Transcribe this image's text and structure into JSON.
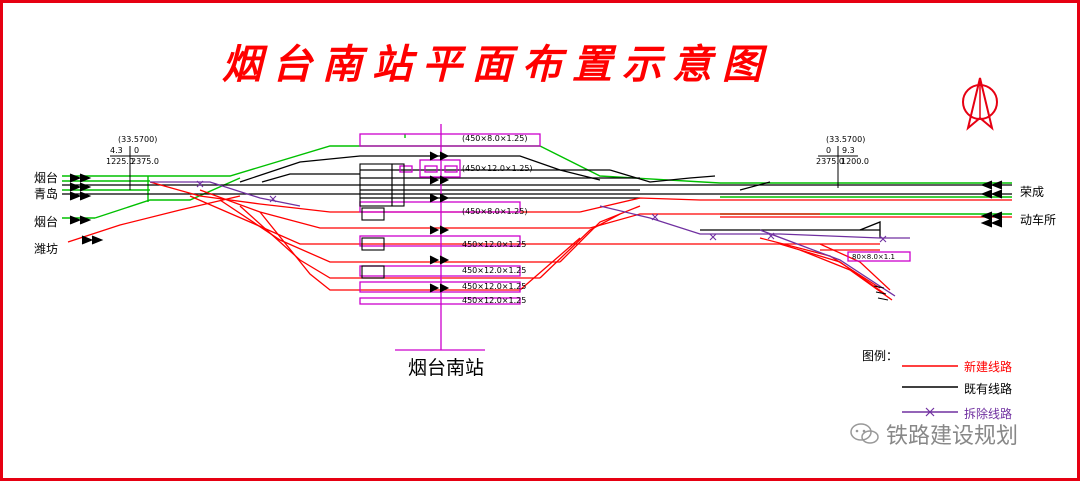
{
  "title": "烟台南站平面布置示意图",
  "station_name": "烟台南站",
  "left_labels": [
    "烟台",
    "青岛",
    "烟台",
    "潍坊"
  ],
  "right_labels": [
    "荣成",
    "动车所"
  ],
  "left_mileage": {
    "top": "(33.5700)",
    "grade": "4.3",
    "zero": "0",
    "len1": "1225.0",
    "len2": "2375.0"
  },
  "right_mileage": {
    "top": "(33.5700)",
    "grade": "0",
    "zero": "9.3",
    "len1": "2375.0",
    "len2": "1200.0"
  },
  "platforms": [
    {
      "label": "(450×8.0×1.25)"
    },
    {
      "label": "(450×12.0×1.25)"
    },
    {
      "label": "(450×8.0×1.25)"
    },
    {
      "label": "450×12.0×1.25"
    },
    {
      "label": "450×12.0×1.25"
    },
    {
      "label": "450×12.0×1.25"
    },
    {
      "label": "450×12.0×1.25"
    }
  ],
  "depot_platform": "80×8.0×1.1",
  "legend": {
    "title": "图例：",
    "items": [
      {
        "label": "新建线路",
        "color": "#ff0000"
      },
      {
        "label": "既有线路",
        "color": "#000000"
      },
      {
        "label": "拆除线路",
        "color": "#7030a0"
      }
    ]
  },
  "watermark": "铁路建设规划",
  "colors": {
    "frame": "#e60012",
    "new": "#ff0000",
    "existing": "#000000",
    "removed": "#7030a0",
    "green": "#00c000",
    "platform": "#cc00cc"
  }
}
